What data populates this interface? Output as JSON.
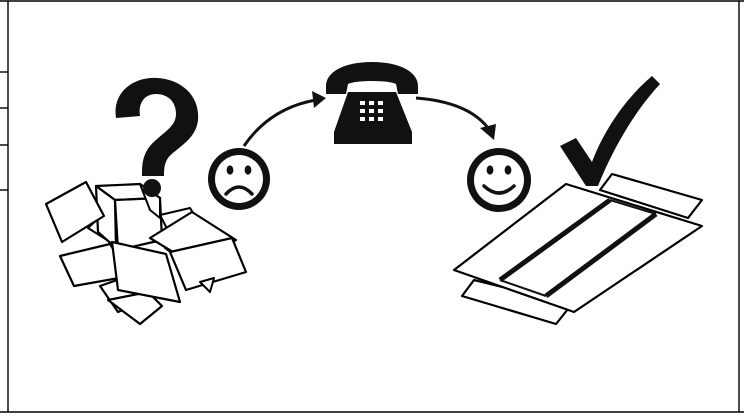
{
  "illustration": {
    "steps": [
      {
        "id": "confusion",
        "icon": "question-mark-icon"
      },
      {
        "id": "unhappy",
        "icon": "frowning-face-icon"
      },
      {
        "id": "call",
        "icon": "telephone-icon"
      },
      {
        "id": "happy",
        "icon": "smiling-face-icon"
      },
      {
        "id": "resolved",
        "icon": "check-mark-icon"
      }
    ],
    "colors": {
      "ink": "#111111",
      "paper": "#ffffff"
    }
  }
}
